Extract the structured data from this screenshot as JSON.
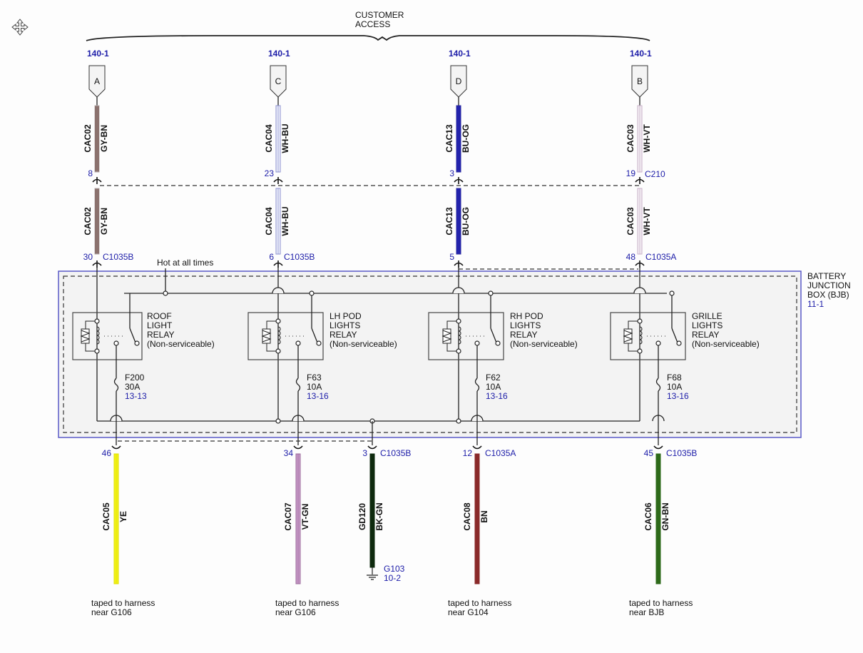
{
  "header": {
    "group_label_line1": "CUSTOMER",
    "group_label_line2": "ACCESS",
    "move_icon": "move-cursor-icon"
  },
  "top_connectors": [
    {
      "ref": "140-1",
      "pin_letter": "A"
    },
    {
      "ref": "140-1",
      "pin_letter": "C"
    },
    {
      "ref": "140-1",
      "pin_letter": "D"
    },
    {
      "ref": "140-1",
      "pin_letter": "B"
    }
  ],
  "upper_wires": [
    {
      "circuit": "CAC02",
      "color_code": "GY-BN",
      "color": "#7a5a55",
      "stripe": "#b8b0b0",
      "pin": "8",
      "connector": ""
    },
    {
      "circuit": "CAC04",
      "color_code": "WH-BU",
      "color": "#eef0fa",
      "stripe": "#8a8fd0",
      "pin": "23",
      "connector": ""
    },
    {
      "circuit": "CAC13",
      "color_code": "BU-OG",
      "color": "#2020b0",
      "stripe": "#2a2aa0",
      "pin": "3",
      "connector": ""
    },
    {
      "circuit": "CAC03",
      "color_code": "WH-VT",
      "color": "#f4eef4",
      "stripe": "#c8b0c8",
      "pin": "19",
      "connector": "C210"
    }
  ],
  "middle_wires": [
    {
      "circuit": "CAC02",
      "color_code": "GY-BN",
      "color": "#7a5a55",
      "stripe": "#b8b0b0",
      "pin": "30",
      "connector": "C1035B"
    },
    {
      "circuit": "CAC04",
      "color_code": "WH-BU",
      "color": "#eef0fa",
      "stripe": "#8a8fd0",
      "pin": "6",
      "connector": "C1035B"
    },
    {
      "circuit": "CAC13",
      "color_code": "BU-OG",
      "color": "#2020b0",
      "stripe": "#2a2aa0",
      "pin": "5",
      "connector": ""
    },
    {
      "circuit": "CAC03",
      "color_code": "WH-VT",
      "color": "#f4eef4",
      "stripe": "#c8b0c8",
      "pin": "48",
      "connector": "C1035A"
    }
  ],
  "junction_box": {
    "name_line1": "BATTERY",
    "name_line2": "JUNCTION",
    "name_line3": "BOX (BJB)",
    "ref": "11-1",
    "feed_label": "Hot at all times",
    "border_color": "#5a5ac8",
    "fill_color": "#f3f3f3"
  },
  "relays": [
    {
      "line1": "ROOF",
      "line2": "LIGHT",
      "line3": "RELAY",
      "line4": "(Non-serviceable)",
      "fuse": "F200",
      "rating": "30A",
      "fuse_ref": "13-13"
    },
    {
      "line1": "LH POD",
      "line2": "LIGHTS",
      "line3": "RELAY",
      "line4": "(Non-serviceable)",
      "fuse": "F63",
      "rating": "10A",
      "fuse_ref": "13-16"
    },
    {
      "line1": "RH POD",
      "line2": "LIGHTS",
      "line3": "RELAY",
      "line4": "(Non-serviceable)",
      "fuse": "F62",
      "rating": "10A",
      "fuse_ref": "13-16"
    },
    {
      "line1": "GRILLE",
      "line2": "LIGHTS",
      "line3": "RELAY",
      "line4": "(Non-serviceable)",
      "fuse": "F68",
      "rating": "10A",
      "fuse_ref": "13-16"
    }
  ],
  "lower_wires": [
    {
      "circuit": "CAC05",
      "color_code": "YE",
      "color": "#f2f21a",
      "stripe": "#e0e000",
      "pin": "46",
      "connector": ""
    },
    {
      "circuit": "CAC07",
      "color_code": "VT-GN",
      "color": "#c89ac8",
      "stripe": "#9a6a9a",
      "pin": "34",
      "connector": ""
    },
    {
      "circuit": "GD120",
      "color_code": "BK-GN",
      "color": "#0e2a0e",
      "stripe": "#0e2a0e",
      "pin": "3",
      "connector": "C1035B"
    },
    {
      "circuit": "CAC08",
      "color_code": "BN",
      "color": "#8a2a2a",
      "stripe": "#8a2a2a",
      "pin": "12",
      "connector": "C1035A"
    },
    {
      "circuit": "CAC06",
      "color_code": "GN-BN",
      "color": "#2e6a1a",
      "stripe": "#2e6a1a",
      "pin": "45",
      "connector": "C1035B"
    }
  ],
  "ground": {
    "ref": "G103",
    "page": "10-2"
  },
  "footnotes": [
    {
      "line1": "taped to harness",
      "line2": "near G106"
    },
    {
      "line1": "taped to harness",
      "line2": "near G106"
    },
    {
      "line1": "taped to harness",
      "line2": "near G104"
    },
    {
      "line1": "taped to harness",
      "line2": "near BJB"
    }
  ]
}
